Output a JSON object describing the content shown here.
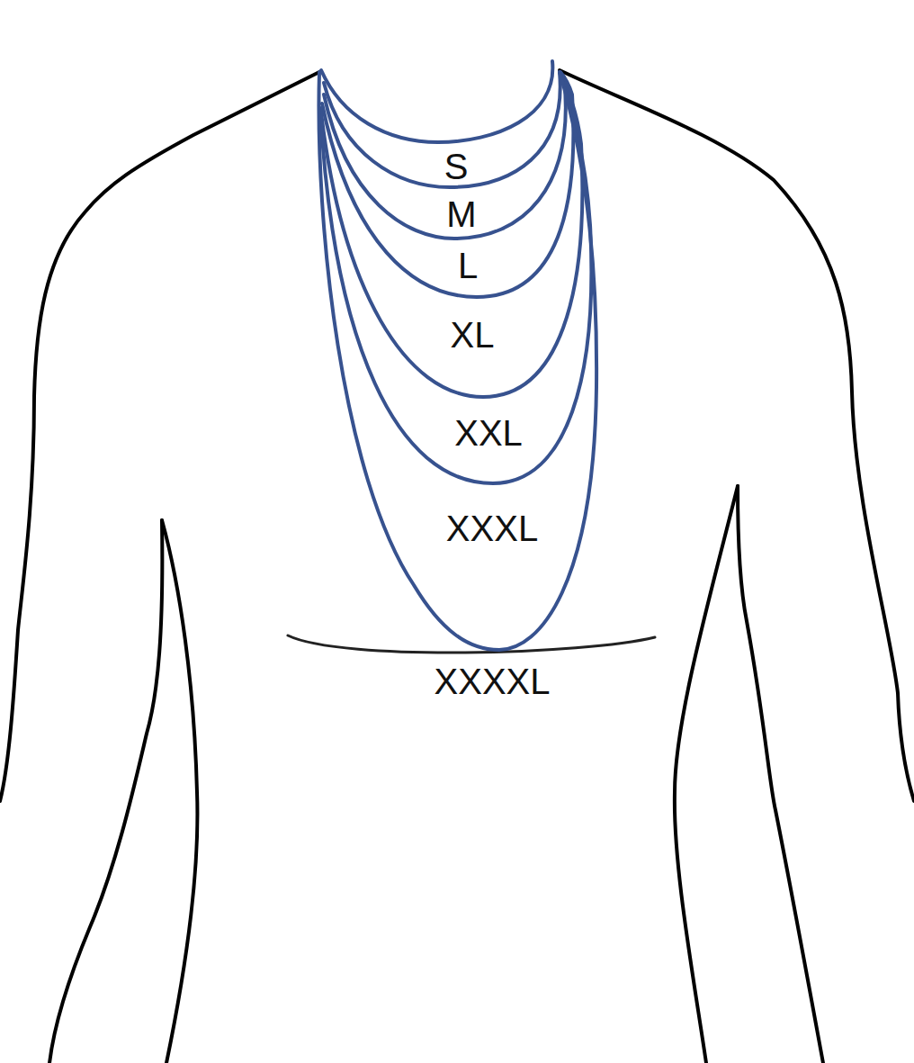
{
  "diagram": {
    "labels": [
      "S",
      "M",
      "L",
      "XL",
      "XXL",
      "XXXL",
      "XXXXL"
    ]
  }
}
